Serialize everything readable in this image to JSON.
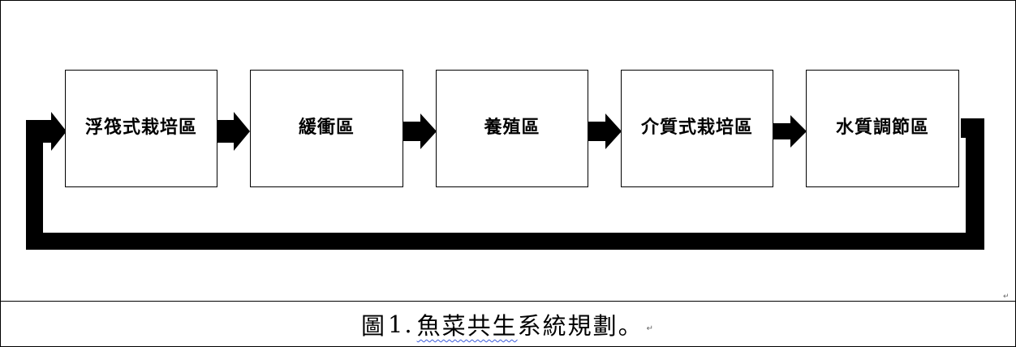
{
  "diagram": {
    "nodes": [
      {
        "id": "n1",
        "label": "浮筏式栽培區"
      },
      {
        "id": "n2",
        "label": "緩衝區"
      },
      {
        "id": "n3",
        "label": "養殖區"
      },
      {
        "id": "n4",
        "label": "介質式栽培區"
      },
      {
        "id": "n5",
        "label": "水質調節區"
      }
    ],
    "edges": [
      {
        "from": "n1",
        "to": "n2"
      },
      {
        "from": "n2",
        "to": "n3"
      },
      {
        "from": "n3",
        "to": "n4"
      },
      {
        "from": "n4",
        "to": "n5"
      },
      {
        "from": "n5",
        "to": "n1",
        "type": "loop-back"
      }
    ],
    "arrow_color": "#000000"
  },
  "caption": {
    "prefix": "圖",
    "number": "1.",
    "underlined": "魚菜共生",
    "rest": "系統規劃。",
    "spellcheck_underline_color": "#3b5bdb"
  },
  "marks": {
    "paragraph_mark": "↵"
  }
}
